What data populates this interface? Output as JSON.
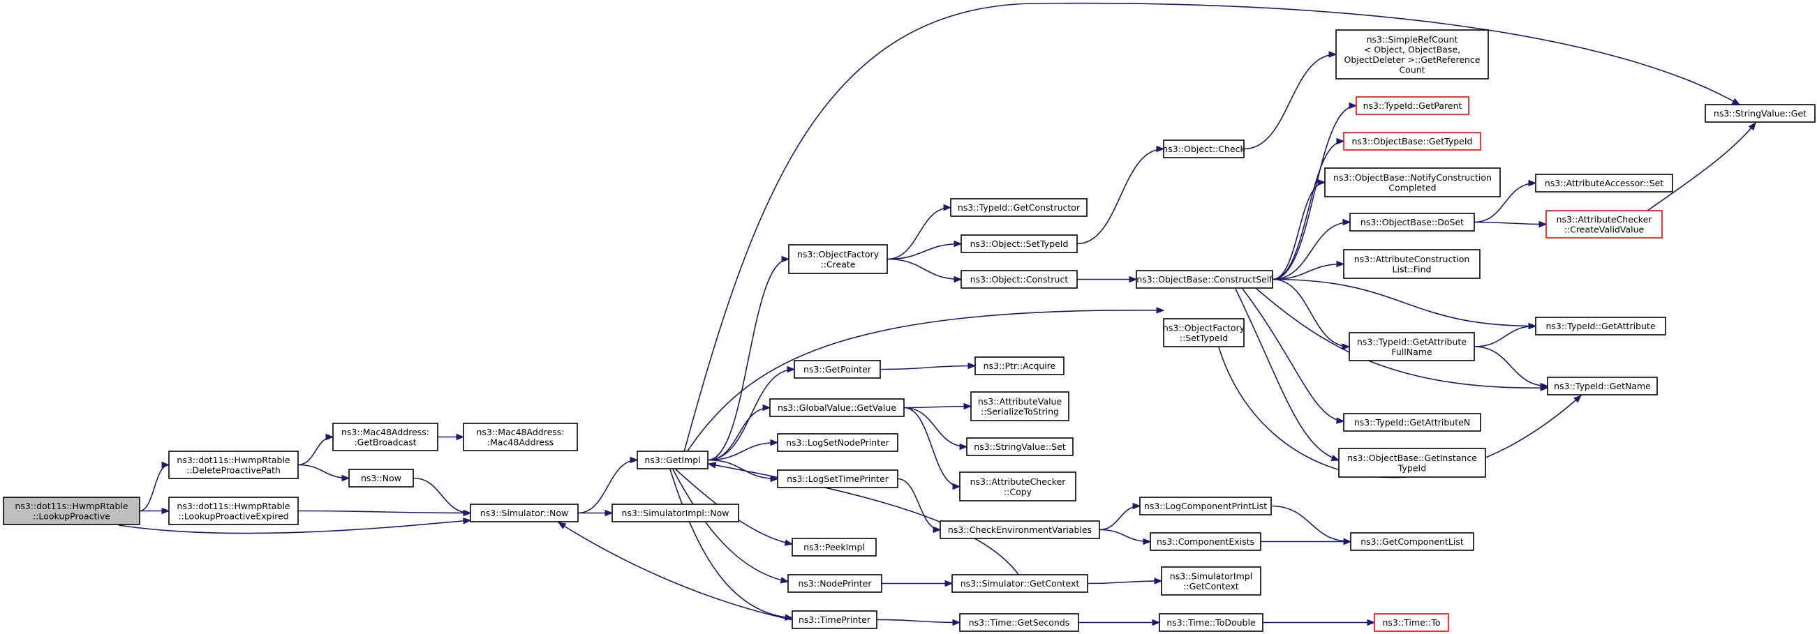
{
  "colors": {
    "edge": "#191970",
    "node_border": "#000000",
    "node_border_undocumented": "#ff0000",
    "node_fill": "#ffffff",
    "root_fill": "#bfbfbf"
  },
  "nodes": [
    {
      "id": "lookup-proactive",
      "lines": [
        "ns3::dot11s::HwmpRtable",
        "::LookupProactive"
      ],
      "variant": "root"
    },
    {
      "id": "delete-proactive-path",
      "lines": [
        "ns3::dot11s::HwmpRtable",
        "::DeleteProactivePath"
      ],
      "variant": "normal"
    },
    {
      "id": "lookup-proactive-expired",
      "lines": [
        "ns3::dot11s::HwmpRtable",
        "::LookupProactiveExpired"
      ],
      "variant": "normal"
    },
    {
      "id": "mac48-get-broadcast",
      "lines": [
        "ns3::Mac48Address:",
        ":GetBroadcast"
      ],
      "variant": "normal"
    },
    {
      "id": "mac48-ctor",
      "lines": [
        "ns3::Mac48Address:",
        ":Mac48Address"
      ],
      "variant": "normal"
    },
    {
      "id": "ns3-now",
      "lines": [
        "ns3::Now"
      ],
      "variant": "normal"
    },
    {
      "id": "simulator-now",
      "lines": [
        "ns3::Simulator::Now"
      ],
      "variant": "normal"
    },
    {
      "id": "simulator-impl-now",
      "lines": [
        "ns3::SimulatorImpl::Now"
      ],
      "variant": "normal"
    },
    {
      "id": "get-impl",
      "lines": [
        "ns3::GetImpl"
      ],
      "variant": "normal"
    },
    {
      "id": "object-factory-create",
      "lines": [
        "ns3::ObjectFactory",
        "::Create"
      ],
      "variant": "normal"
    },
    {
      "id": "typeid-get-constructor",
      "lines": [
        "ns3::TypeId::GetConstructor"
      ],
      "variant": "normal"
    },
    {
      "id": "object-set-typeid",
      "lines": [
        "ns3::Object::SetTypeId"
      ],
      "variant": "normal"
    },
    {
      "id": "object-construct",
      "lines": [
        "ns3::Object::Construct"
      ],
      "variant": "normal"
    },
    {
      "id": "object-check",
      "lines": [
        "ns3::Object::Check"
      ],
      "variant": "normal"
    },
    {
      "id": "simple-ref-count",
      "lines": [
        "ns3::SimpleRefCount",
        "< Object, ObjectBase,",
        "ObjectDeleter >::GetReference",
        "Count"
      ],
      "variant": "normal"
    },
    {
      "id": "object-base-construct-self",
      "lines": [
        "ns3::ObjectBase::ConstructSelf"
      ],
      "variant": "normal"
    },
    {
      "id": "typeid-get-parent",
      "lines": [
        "ns3::TypeId::GetParent"
      ],
      "variant": "undocumented"
    },
    {
      "id": "object-base-get-typeid",
      "lines": [
        "ns3::ObjectBase::GetTypeId"
      ],
      "variant": "undocumented"
    },
    {
      "id": "object-base-notify-construction",
      "lines": [
        "ns3::ObjectBase::NotifyConstruction",
        "Completed"
      ],
      "variant": "normal"
    },
    {
      "id": "object-base-do-set",
      "lines": [
        "ns3::ObjectBase::DoSet"
      ],
      "variant": "normal"
    },
    {
      "id": "attribute-construction-list-find",
      "lines": [
        "ns3::AttributeConstruction",
        "List::Find"
      ],
      "variant": "normal"
    },
    {
      "id": "attribute-accessor-set",
      "lines": [
        "ns3::AttributeAccessor::Set"
      ],
      "variant": "normal"
    },
    {
      "id": "attribute-checker-create-valid-value",
      "lines": [
        "ns3::AttributeChecker",
        "::CreateValidValue"
      ],
      "variant": "undocumented"
    },
    {
      "id": "string-value-get",
      "lines": [
        "ns3::StringValue::Get"
      ],
      "variant": "normal"
    },
    {
      "id": "object-factory-set-typeid",
      "lines": [
        "ns3::ObjectFactory",
        "::SetTypeId"
      ],
      "variant": "normal"
    },
    {
      "id": "typeid-get-attribute-full-name",
      "lines": [
        "ns3::TypeId::GetAttribute",
        "FullName"
      ],
      "variant": "normal"
    },
    {
      "id": "typeid-get-attribute",
      "lines": [
        "ns3::TypeId::GetAttribute"
      ],
      "variant": "normal"
    },
    {
      "id": "typeid-get-name",
      "lines": [
        "ns3::TypeId::GetName"
      ],
      "variant": "normal"
    },
    {
      "id": "typeid-get-attribute-n",
      "lines": [
        "ns3::TypeId::GetAttributeN"
      ],
      "variant": "normal"
    },
    {
      "id": "object-base-get-instance-typeid",
      "lines": [
        "ns3::ObjectBase::GetInstance",
        "TypeId"
      ],
      "variant": "normal"
    },
    {
      "id": "get-pointer",
      "lines": [
        "ns3::GetPointer"
      ],
      "variant": "normal"
    },
    {
      "id": "ptr-acquire",
      "lines": [
        "ns3::Ptr::Acquire"
      ],
      "variant": "normal"
    },
    {
      "id": "global-value-get-value",
      "lines": [
        "ns3::GlobalValue::GetValue"
      ],
      "variant": "normal"
    },
    {
      "id": "attribute-value-serialize",
      "lines": [
        "ns3::AttributeValue",
        "::SerializeToString"
      ],
      "variant": "normal"
    },
    {
      "id": "string-value-set",
      "lines": [
        "ns3::StringValue::Set"
      ],
      "variant": "normal"
    },
    {
      "id": "attribute-checker-copy",
      "lines": [
        "ns3::AttributeChecker",
        "::Copy"
      ],
      "variant": "normal"
    },
    {
      "id": "log-set-node-printer",
      "lines": [
        "ns3::LogSetNodePrinter"
      ],
      "variant": "normal"
    },
    {
      "id": "log-set-time-printer",
      "lines": [
        "ns3::LogSetTimePrinter"
      ],
      "variant": "normal"
    },
    {
      "id": "check-environment-variables",
      "lines": [
        "ns3::CheckEnvironmentVariables"
      ],
      "variant": "normal"
    },
    {
      "id": "log-component-print-list",
      "lines": [
        "ns3::LogComponentPrintList"
      ],
      "variant": "normal"
    },
    {
      "id": "component-exists",
      "lines": [
        "ns3::ComponentExists"
      ],
      "variant": "normal"
    },
    {
      "id": "get-component-list",
      "lines": [
        "ns3::GetComponentList"
      ],
      "variant": "normal"
    },
    {
      "id": "peek-impl",
      "lines": [
        "ns3::PeekImpl"
      ],
      "variant": "normal"
    },
    {
      "id": "node-printer",
      "lines": [
        "ns3::NodePrinter"
      ],
      "variant": "normal"
    },
    {
      "id": "simulator-get-context",
      "lines": [
        "ns3::Simulator::GetContext"
      ],
      "variant": "normal"
    },
    {
      "id": "simulator-impl-get-context",
      "lines": [
        "ns3::SimulatorImpl",
        "::GetContext"
      ],
      "variant": "normal"
    },
    {
      "id": "time-printer",
      "lines": [
        "ns3::TimePrinter"
      ],
      "variant": "normal"
    },
    {
      "id": "time-get-seconds",
      "lines": [
        "ns3::Time::GetSeconds"
      ],
      "variant": "normal"
    },
    {
      "id": "time-to-double",
      "lines": [
        "ns3::Time::ToDouble"
      ],
      "variant": "normal"
    },
    {
      "id": "time-to",
      "lines": [
        "ns3::Time::To"
      ],
      "variant": "undocumented"
    }
  ],
  "edges": [
    [
      "lookup-proactive",
      "delete-proactive-path"
    ],
    [
      "lookup-proactive",
      "lookup-proactive-expired"
    ],
    [
      "lookup-proactive",
      "simulator-now"
    ],
    [
      "delete-proactive-path",
      "mac48-get-broadcast"
    ],
    [
      "delete-proactive-path",
      "ns3-now"
    ],
    [
      "lookup-proactive-expired",
      "simulator-now"
    ],
    [
      "mac48-get-broadcast",
      "mac48-ctor"
    ],
    [
      "ns3-now",
      "simulator-now"
    ],
    [
      "simulator-now",
      "get-impl"
    ],
    [
      "simulator-now",
      "simulator-impl-now"
    ],
    [
      "get-impl",
      "object-factory-create"
    ],
    [
      "get-impl",
      "string-value-get"
    ],
    [
      "get-impl",
      "object-factory-set-typeid"
    ],
    [
      "get-impl",
      "get-pointer"
    ],
    [
      "get-impl",
      "global-value-get-value"
    ],
    [
      "get-impl",
      "log-set-node-printer"
    ],
    [
      "get-impl",
      "log-set-time-printer"
    ],
    [
      "get-impl",
      "peek-impl"
    ],
    [
      "get-impl",
      "node-printer"
    ],
    [
      "get-impl",
      "time-printer"
    ],
    [
      "object-factory-create",
      "typeid-get-constructor"
    ],
    [
      "object-factory-create",
      "object-set-typeid"
    ],
    [
      "object-factory-create",
      "object-construct"
    ],
    [
      "object-set-typeid",
      "object-check"
    ],
    [
      "object-check",
      "simple-ref-count"
    ],
    [
      "object-construct",
      "object-base-construct-self"
    ],
    [
      "object-base-construct-self",
      "typeid-get-parent"
    ],
    [
      "object-base-construct-self",
      "object-base-get-typeid"
    ],
    [
      "object-base-construct-self",
      "object-base-notify-construction"
    ],
    [
      "object-base-construct-self",
      "object-base-do-set"
    ],
    [
      "object-base-construct-self",
      "attribute-construction-list-find"
    ],
    [
      "object-base-construct-self",
      "typeid-get-attribute"
    ],
    [
      "object-base-construct-self",
      "typeid-get-attribute-full-name"
    ],
    [
      "object-base-construct-self",
      "typeid-get-name"
    ],
    [
      "object-base-construct-self",
      "typeid-get-attribute-n"
    ],
    [
      "object-base-construct-self",
      "object-base-get-instance-typeid"
    ],
    [
      "object-base-do-set",
      "attribute-accessor-set"
    ],
    [
      "object-base-do-set",
      "attribute-checker-create-valid-value"
    ],
    [
      "attribute-checker-create-valid-value",
      "string-value-get"
    ],
    [
      "object-factory-set-typeid",
      "typeid-get-name"
    ],
    [
      "typeid-get-attribute-full-name",
      "typeid-get-attribute"
    ],
    [
      "typeid-get-attribute-full-name",
      "typeid-get-name"
    ],
    [
      "get-pointer",
      "ptr-acquire"
    ],
    [
      "global-value-get-value",
      "attribute-value-serialize"
    ],
    [
      "global-value-get-value",
      "string-value-set"
    ],
    [
      "global-value-get-value",
      "attribute-checker-copy"
    ],
    [
      "log-set-time-printer",
      "check-environment-variables"
    ],
    [
      "check-environment-variables",
      "log-component-print-list"
    ],
    [
      "check-environment-variables",
      "component-exists"
    ],
    [
      "log-component-print-list",
      "get-component-list"
    ],
    [
      "component-exists",
      "get-component-list"
    ],
    [
      "node-printer",
      "simulator-get-context"
    ],
    [
      "simulator-get-context",
      "get-impl"
    ],
    [
      "simulator-get-context",
      "simulator-impl-get-context"
    ],
    [
      "time-printer",
      "simulator-now"
    ],
    [
      "time-printer",
      "time-get-seconds"
    ],
    [
      "time-get-seconds",
      "time-to-double"
    ],
    [
      "time-to-double",
      "time-to"
    ]
  ]
}
